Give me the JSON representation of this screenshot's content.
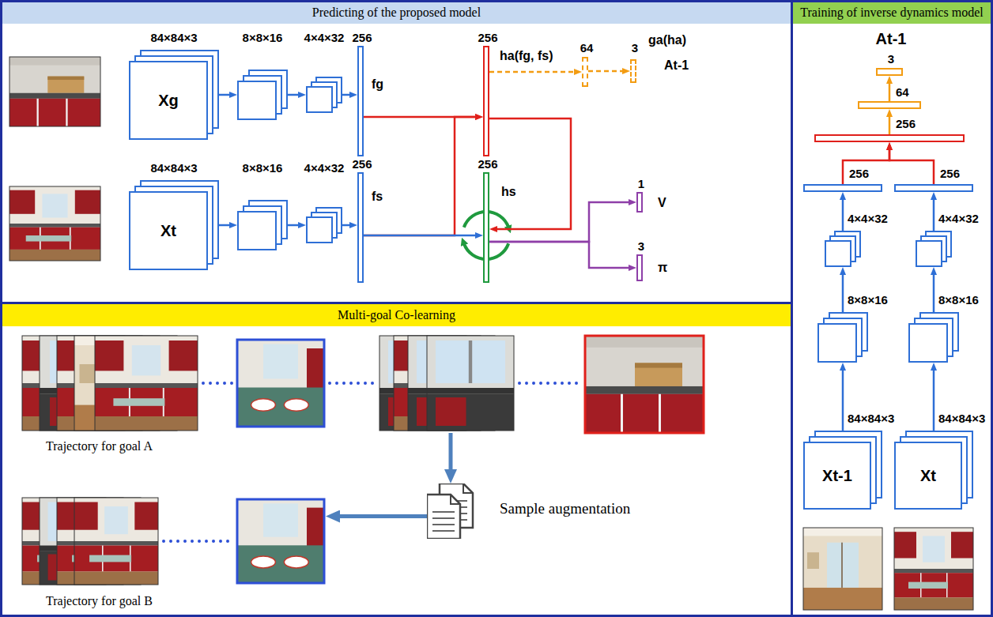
{
  "diagram": {
    "nodes": [
      {
        "text": [
          "Predicting of the proposed model"
        ]
      },
      {
        "text": [
          "Training of inverse dynamics model"
        ]
      },
      {
        "text": [
          "Multi-goal Co-learning"
        ]
      },
      {
        "text": [
          "84×84×3",
          "Xg"
        ],
        "in": 0
      },
      {
        "text": [
          "8×8×16"
        ],
        "in": 0
      },
      {
        "text": [
          "4×4×32"
        ],
        "in": 0
      },
      {
        "text": [
          "256",
          "fg"
        ],
        "in": 0
      },
      {
        "text": [
          "256",
          "ha(fg, fs)"
        ],
        "in": 0
      },
      {
        "text": [
          "64"
        ],
        "in": 0
      },
      {
        "text": [
          "3",
          "ga(ha)",
          "At-1"
        ],
        "in": 0
      },
      {
        "text": [
          "84×84×3",
          "Xt"
        ],
        "in": 0
      },
      {
        "text": [
          "8×8×16"
        ],
        "in": 0
      },
      {
        "text": [
          "4×4×32"
        ],
        "in": 0
      },
      {
        "text": [
          "256",
          "fs"
        ],
        "in": 0
      },
      {
        "text": [
          "256",
          "hs"
        ],
        "in": 0
      },
      {
        "text": [
          "1",
          "V"
        ],
        "in": 0
      },
      {
        "text": [
          "3",
          "π"
        ],
        "in": 0
      },
      {
        "text": [
          "At-1",
          "3"
        ],
        "in": 1
      },
      {
        "text": [
          "64"
        ],
        "in": 1
      },
      {
        "text": [
          "256"
        ],
        "in": 1
      },
      {
        "text": [
          "256"
        ],
        "in": 1
      },
      {
        "text": [
          "256"
        ],
        "in": 1
      },
      {
        "text": [
          "4×4×32"
        ],
        "in": 1
      },
      {
        "text": [
          "4×4×32"
        ],
        "in": 1
      },
      {
        "text": [
          "8×8×16"
        ],
        "in": 1
      },
      {
        "text": [
          "8×8×16"
        ],
        "in": 1
      },
      {
        "text": [
          "84×84×3",
          "Xt-1"
        ],
        "in": 1
      },
      {
        "text": [
          "84×84×3",
          "Xt"
        ],
        "in": 1
      },
      {
        "text": [
          "Trajectory for goal A"
        ],
        "in": 2
      },
      {
        "text": [
          "Sample augmentation"
        ],
        "in": 2
      },
      {
        "text": [
          "Trajectory for goal B"
        ],
        "in": 2
      }
    ],
    "edges": [
      {
        "from": 3,
        "to": 4,
        "arrow": "to"
      },
      {
        "from": 4,
        "to": 5,
        "arrow": "to"
      },
      {
        "from": 5,
        "to": 6,
        "arrow": "to"
      },
      {
        "from": 6,
        "to": 7,
        "arrow": "to"
      },
      {
        "from": 7,
        "to": 8,
        "arrow": "to"
      },
      {
        "from": 8,
        "to": 9,
        "arrow": "to"
      },
      {
        "from": 10,
        "to": 11,
        "arrow": "to"
      },
      {
        "from": 11,
        "to": 12,
        "arrow": "to"
      },
      {
        "from": 12,
        "to": 13,
        "arrow": "to"
      },
      {
        "from": 13,
        "to": 7,
        "arrow": "to"
      },
      {
        "from": 13,
        "to": 14,
        "arrow": "to"
      },
      {
        "from": 7,
        "to": 14,
        "arrow": "to"
      },
      {
        "from": 14,
        "to": 15,
        "arrow": "to"
      },
      {
        "from": 14,
        "to": 16,
        "arrow": "to"
      },
      {
        "from": 18,
        "to": 17,
        "arrow": "to"
      },
      {
        "from": 19,
        "to": 18,
        "arrow": "to"
      },
      {
        "from": 20,
        "to": 19,
        "arrow": "to"
      },
      {
        "from": 21,
        "to": 19,
        "arrow": "to"
      },
      {
        "from": 22,
        "to": 20,
        "arrow": "to"
      },
      {
        "from": 23,
        "to": 21,
        "arrow": "to"
      },
      {
        "from": 24,
        "to": 22,
        "arrow": "to"
      },
      {
        "from": 25,
        "to": 23,
        "arrow": "to"
      },
      {
        "from": 26,
        "to": 24,
        "arrow": "to"
      },
      {
        "from": 27,
        "to": 25,
        "arrow": "to"
      },
      {
        "from": 28,
        "to": 29,
        "arrow": "to"
      },
      {
        "from": 29,
        "to": 30,
        "arrow": "to"
      }
    ]
  }
}
